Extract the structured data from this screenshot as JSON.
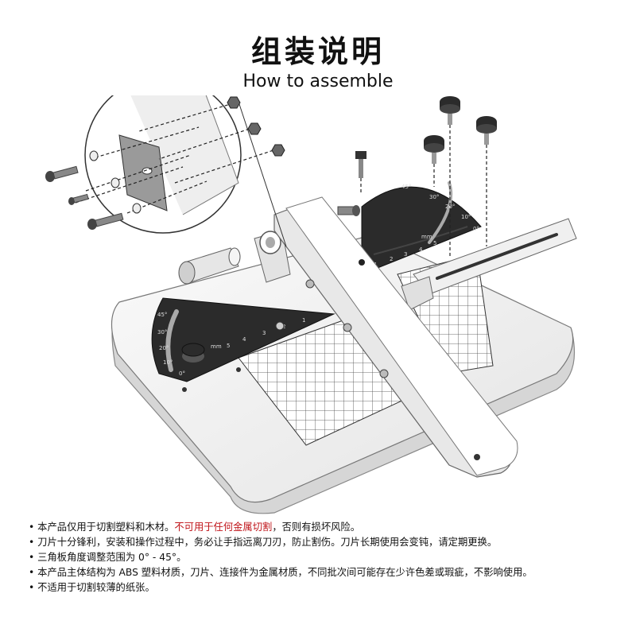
{
  "header": {
    "title_zh": "组装说明",
    "title_en": "How to assemble"
  },
  "illustration": {
    "left_protractor": {
      "angle_labels": [
        "45°",
        "30°",
        "20°",
        "10°",
        "0°"
      ],
      "unit": "mm",
      "ruler_numbers": [
        "1",
        "2",
        "3",
        "4",
        "5"
      ]
    },
    "right_protractor": {
      "angle_labels": [
        "45°",
        "30°",
        "20°",
        "10°",
        "0°"
      ],
      "unit": "mm",
      "ruler_numbers": [
        "1",
        "2",
        "3",
        "4",
        "5"
      ]
    }
  },
  "notes": [
    {
      "before": "本产品仅用于切割塑料和木材。",
      "warning": "不可用于任何金属切割",
      "after": "，否则有损坏风险。"
    },
    {
      "before": "刀片十分锋利，安装和操作过程中，务必让手指远离刀刃，防止割伤。刀片长期使用会变钝，请定期更换。",
      "warning": "",
      "after": ""
    },
    {
      "before": "三角板角度调整范围为 0° - 45°。",
      "warning": "",
      "after": ""
    },
    {
      "before": "本产品主体结构为 ABS 塑料材质，刀片、连接件为金属材质，不同批次间可能存在少许色差或瑕疵，不影响使用。",
      "warning": "",
      "after": ""
    },
    {
      "before": "不适用于切割较薄的纸张。",
      "warning": "",
      "after": ""
    }
  ],
  "colors": {
    "warning": "#c0161b",
    "protractor": "#2b2b2b",
    "base": "#f2f2f2"
  }
}
